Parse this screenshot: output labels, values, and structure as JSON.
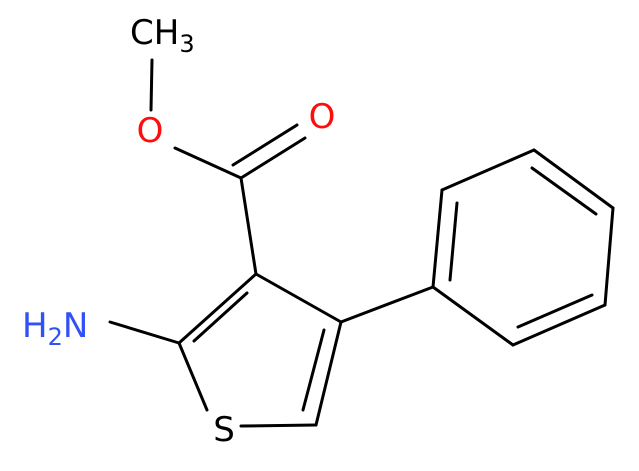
{
  "atoms": {
    "methyl": {
      "main": "CH",
      "sub": "3"
    },
    "ester_o": {
      "text": "O"
    },
    "carbonyl_o": {
      "text": "O"
    },
    "amine": {
      "main": "H",
      "sub": "2",
      "tail": "N"
    },
    "sulfur": {
      "text": "S"
    }
  },
  "colors": {
    "bond": "#000000",
    "carbon": "#000000",
    "oxygen": "#ff0d0d",
    "nitrogen": "#3050f8",
    "sulfur": "#000000",
    "background": "#ffffff"
  }
}
